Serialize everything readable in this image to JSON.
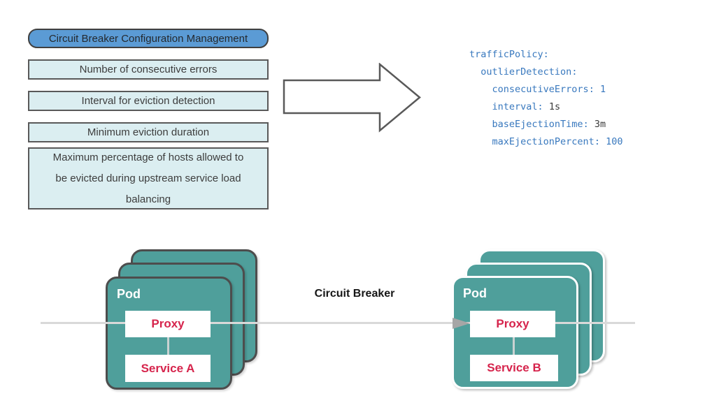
{
  "flow": {
    "title": "Circuit Breaker Configuration Management",
    "items": [
      "Number of consecutive errors",
      "Interval for eviction detection",
      "Minimum eviction duration",
      "Maximum percentage of hosts allowed to be evicted during upstream service load balancing"
    ]
  },
  "code": {
    "lines": [
      {
        "indent": 0,
        "key": "trafficPolicy",
        "value": "",
        "value_type": "none"
      },
      {
        "indent": 1,
        "key": "outlierDetection",
        "value": "",
        "value_type": "none"
      },
      {
        "indent": 2,
        "key": "consecutiveErrors",
        "value": "1",
        "value_type": "number"
      },
      {
        "indent": 2,
        "key": "interval",
        "value": "1s",
        "value_type": "string"
      },
      {
        "indent": 2,
        "key": "baseEjectionTime",
        "value": "3m",
        "value_type": "string"
      },
      {
        "indent": 2,
        "key": "maxEjectionPercent",
        "value": "100",
        "value_type": "number"
      }
    ]
  },
  "diagram": {
    "label": "Circuit Breaker",
    "left_pod": {
      "title": "Pod",
      "proxy": "Proxy",
      "service": "Service A"
    },
    "right_pod": {
      "title": "Pod",
      "proxy": "Proxy",
      "service": "Service B"
    }
  },
  "colors": {
    "header_fill": "#5B9BD5",
    "flow_box_fill": "#DBEEF1",
    "flow_box_border": "#595959",
    "pod_teal": "#4F9F9B",
    "service_red": "#D6244C",
    "code_key_blue": "#3878BE",
    "code_string_dark": "#3B3B3B",
    "flow_line_gray": "#D9D9D9",
    "arrowhead_gray": "#A6A6A6"
  }
}
